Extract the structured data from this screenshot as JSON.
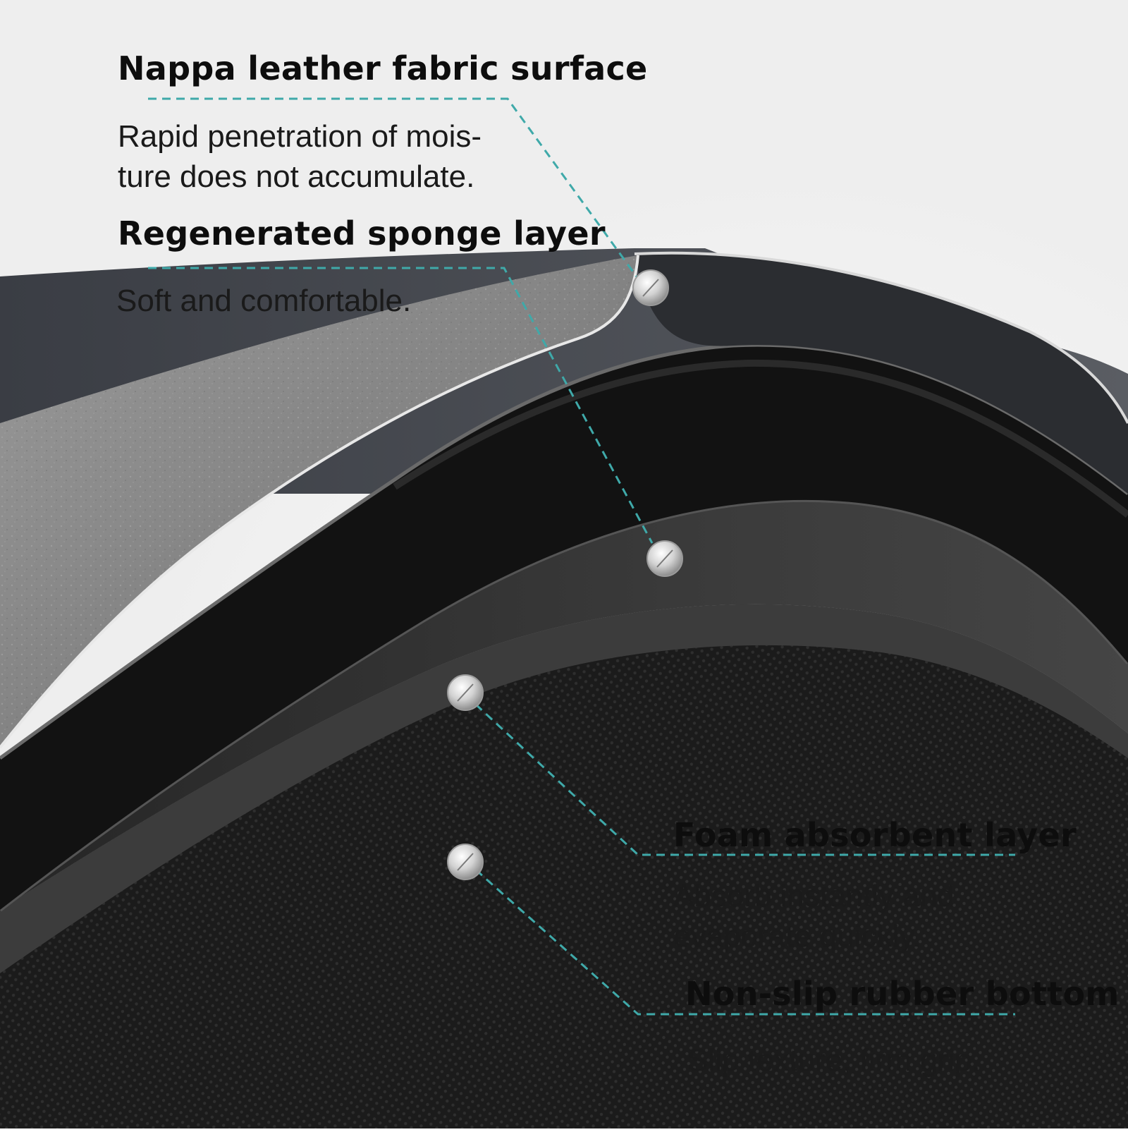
{
  "colors": {
    "leader_line": "#3fa9a9",
    "fabric_surface": "#8c8c8c",
    "sponge_layer": "#141414",
    "foam_layer": "#2e2e2e",
    "rubber_bottom": "#1c1c1c",
    "background": "#ffffff"
  },
  "callouts": [
    {
      "title": "Nappa leather fabric surface",
      "description": [
        "Rapid penetration of mois-",
        "ture does not accumulate."
      ]
    },
    {
      "title": "Regenerated sponge layer",
      "description": [
        "Soft and comfortable."
      ]
    },
    {
      "title": "Foam absorbent layer",
      "description": [
        "Absorb instantly and",
        "evaporate quickly."
      ]
    },
    {
      "title": "Non-slip rubber bottom",
      "description": [
        "Slip texture, firm grip."
      ]
    }
  ],
  "icons": [
    "marker-pin-icon",
    "marker-pin-icon",
    "marker-pin-icon",
    "marker-pin-icon"
  ]
}
